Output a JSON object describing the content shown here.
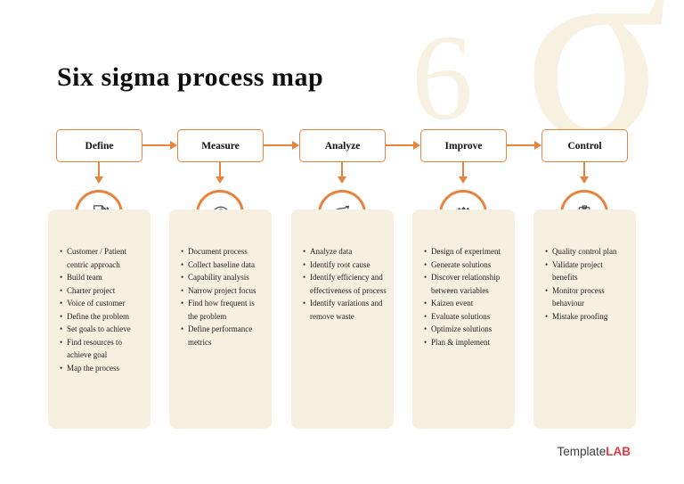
{
  "title": "Six sigma process map",
  "watermark": {
    "six": "6",
    "sigma": "σ"
  },
  "brand": {
    "part1": "Template",
    "part2": "LAB"
  },
  "colors": {
    "accent_orange": "#e9823c",
    "panel_cream": "#f7efe0",
    "watermark_cream": "#f8f1e2",
    "brand_gray": "#3e3e40",
    "brand_red": "#e23a3c",
    "text": "#1d1d1d"
  },
  "stages": [
    {
      "label": "Define",
      "icon": "document-target-icon",
      "items": [
        "Customer / Patient centric approach",
        "Build team",
        "Charter project",
        "Voice of customer",
        "Define the problem",
        "Set goals to achieve",
        "Find resources to achieve goal",
        "Map the process"
      ]
    },
    {
      "label": "Measure",
      "icon": "measuring-tape-icon",
      "items": [
        "Document process",
        "Collect baseline data",
        "Capability analysis",
        "Narrow project focus",
        "Find how frequent is the problem",
        "Define performance metrics"
      ]
    },
    {
      "label": "Analyze",
      "icon": "bar-chart-growth-icon",
      "items": [
        "Analyze data",
        "Identify root cause",
        "Identify efficiency and effectiveness of process",
        "Identify variations and remove waste"
      ]
    },
    {
      "label": "Improve",
      "icon": "gears-improvement-icon",
      "items": [
        "Design of experiment",
        "Generate solutions",
        "Discover relationship between variables",
        "Kaizen event",
        "Evaluate solutions",
        "Optimize solutions",
        "Plan & implement"
      ]
    },
    {
      "label": "Control",
      "icon": "clipboard-gear-icon",
      "items": [
        "Quality control plan",
        "Validate project benefits",
        "Monitor process behaviour",
        "Mistake proofing"
      ]
    }
  ]
}
